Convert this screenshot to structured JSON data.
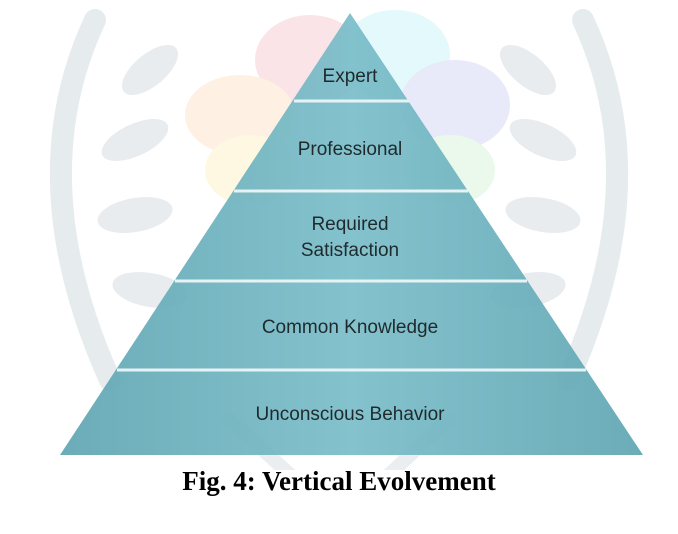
{
  "pyramid": {
    "levels": [
      {
        "label": "Expert"
      },
      {
        "label": "Professional"
      },
      {
        "label": "Required Satisfaction",
        "lines": [
          "Required",
          "Satisfaction"
        ]
      },
      {
        "label": "Common Knowledge"
      },
      {
        "label": "Unconscious Behavior"
      }
    ],
    "colors": {
      "fill": "#6fb7c4",
      "fill_dark": "#4f9aa8",
      "separator": "#e6f3f5",
      "watermark": "#e3e8ec"
    }
  },
  "caption": "Fig. 4: Vertical Evolvement"
}
